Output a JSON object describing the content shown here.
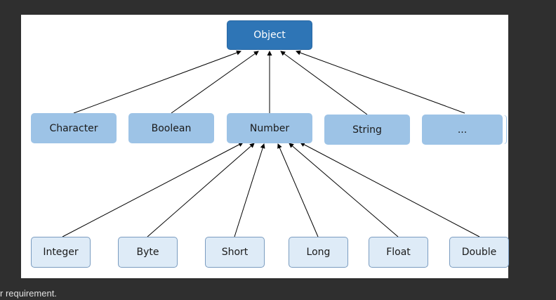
{
  "diagram": {
    "root": {
      "label": "Object"
    },
    "children": [
      {
        "label": "Character"
      },
      {
        "label": "Boolean"
      },
      {
        "label": "Number"
      },
      {
        "label": "String"
      },
      {
        "label": "..."
      }
    ],
    "number_subtypes": [
      {
        "label": "Integer"
      },
      {
        "label": "Byte"
      },
      {
        "label": "Short"
      },
      {
        "label": "Long"
      },
      {
        "label": "Float"
      },
      {
        "label": "Double"
      }
    ],
    "colors": {
      "root_fill": "#2e75b6",
      "mid_fill": "#9dc3e6",
      "leaf_fill": "#deebf7",
      "leaf_border": "#7a9cc0",
      "line": "#000000",
      "page_background": "#2f2f2f",
      "canvas_background": "#ffffff"
    }
  },
  "footer": {
    "text": "r requirement."
  }
}
